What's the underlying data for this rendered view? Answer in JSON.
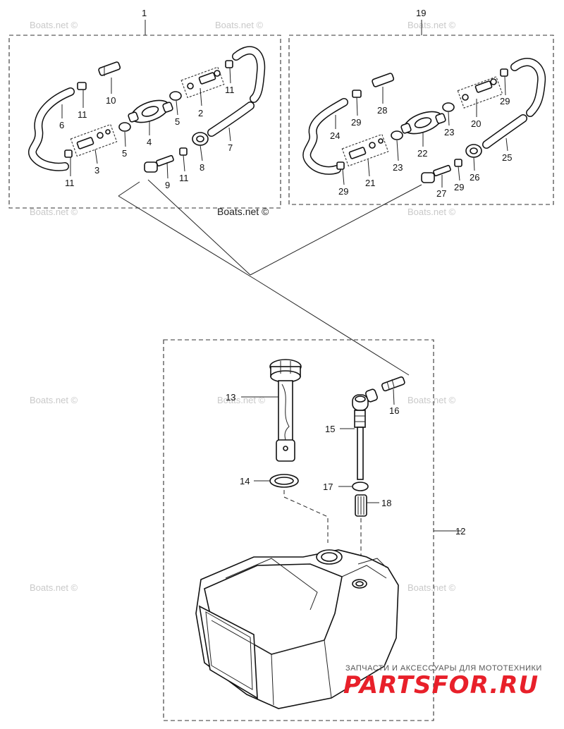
{
  "watermark": "Boats.net ©",
  "brand": {
    "tagline": "ЗАПЧАСТИ И АКСЕССУАРЫ ДЛЯ МОТОТЕХНИКИ",
    "name": "PARTSFOR.RU"
  },
  "callouts": {
    "c1": "1",
    "c2": "2",
    "c3": "3",
    "c4": "4",
    "c5a": "5",
    "c5b": "5",
    "c6": "6",
    "c7": "7",
    "c8": "8",
    "c9": "9",
    "c10": "10",
    "c11a": "11",
    "c11b": "11",
    "c11c": "11",
    "c11d": "11",
    "c12": "12",
    "c13": "13",
    "c14": "14",
    "c15": "15",
    "c16": "16",
    "c17": "17",
    "c18": "18",
    "c19": "19",
    "c20": "20",
    "c21": "21",
    "c22": "22",
    "c23a": "23",
    "c23b": "23",
    "c24": "24",
    "c25": "25",
    "c26": "26",
    "c27": "27",
    "c28": "28",
    "c29a": "29",
    "c29b": "29",
    "c29c": "29",
    "c29d": "29"
  },
  "colors": {
    "brand_red": "#e8202a"
  }
}
